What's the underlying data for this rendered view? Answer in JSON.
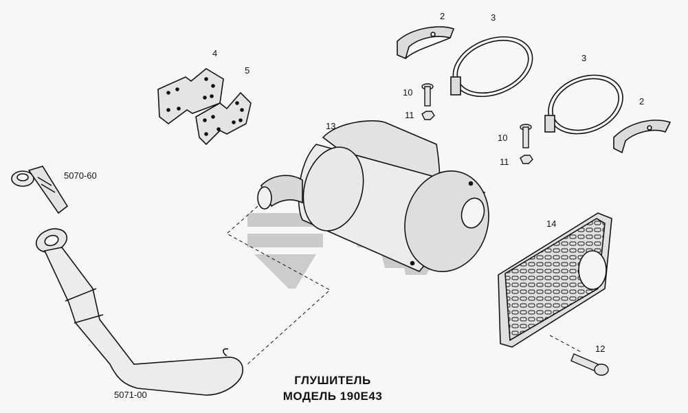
{
  "title": {
    "line1": "ГЛУШИТЕЛЬ",
    "line2": "МОДЕЛЬ 190Е43"
  },
  "callouts": {
    "part2_top": "2",
    "part3_top": "3",
    "part3_right": "3",
    "part2_right": "2",
    "part4": "4",
    "part5": "5",
    "part10_top": "10",
    "part11_top": "11",
    "part10_mid": "10",
    "part11_mid": "11",
    "part13": "13",
    "part14": "14",
    "part12": "12",
    "assy_5070_60": "5070-60",
    "assy_5071_00": "5071-00"
  },
  "colors": {
    "line": "#111111",
    "part_fill": "#e6e6e6",
    "watermark": "#bdbdbd"
  },
  "icons": {
    "watermark": "brand-watermark-icon"
  }
}
